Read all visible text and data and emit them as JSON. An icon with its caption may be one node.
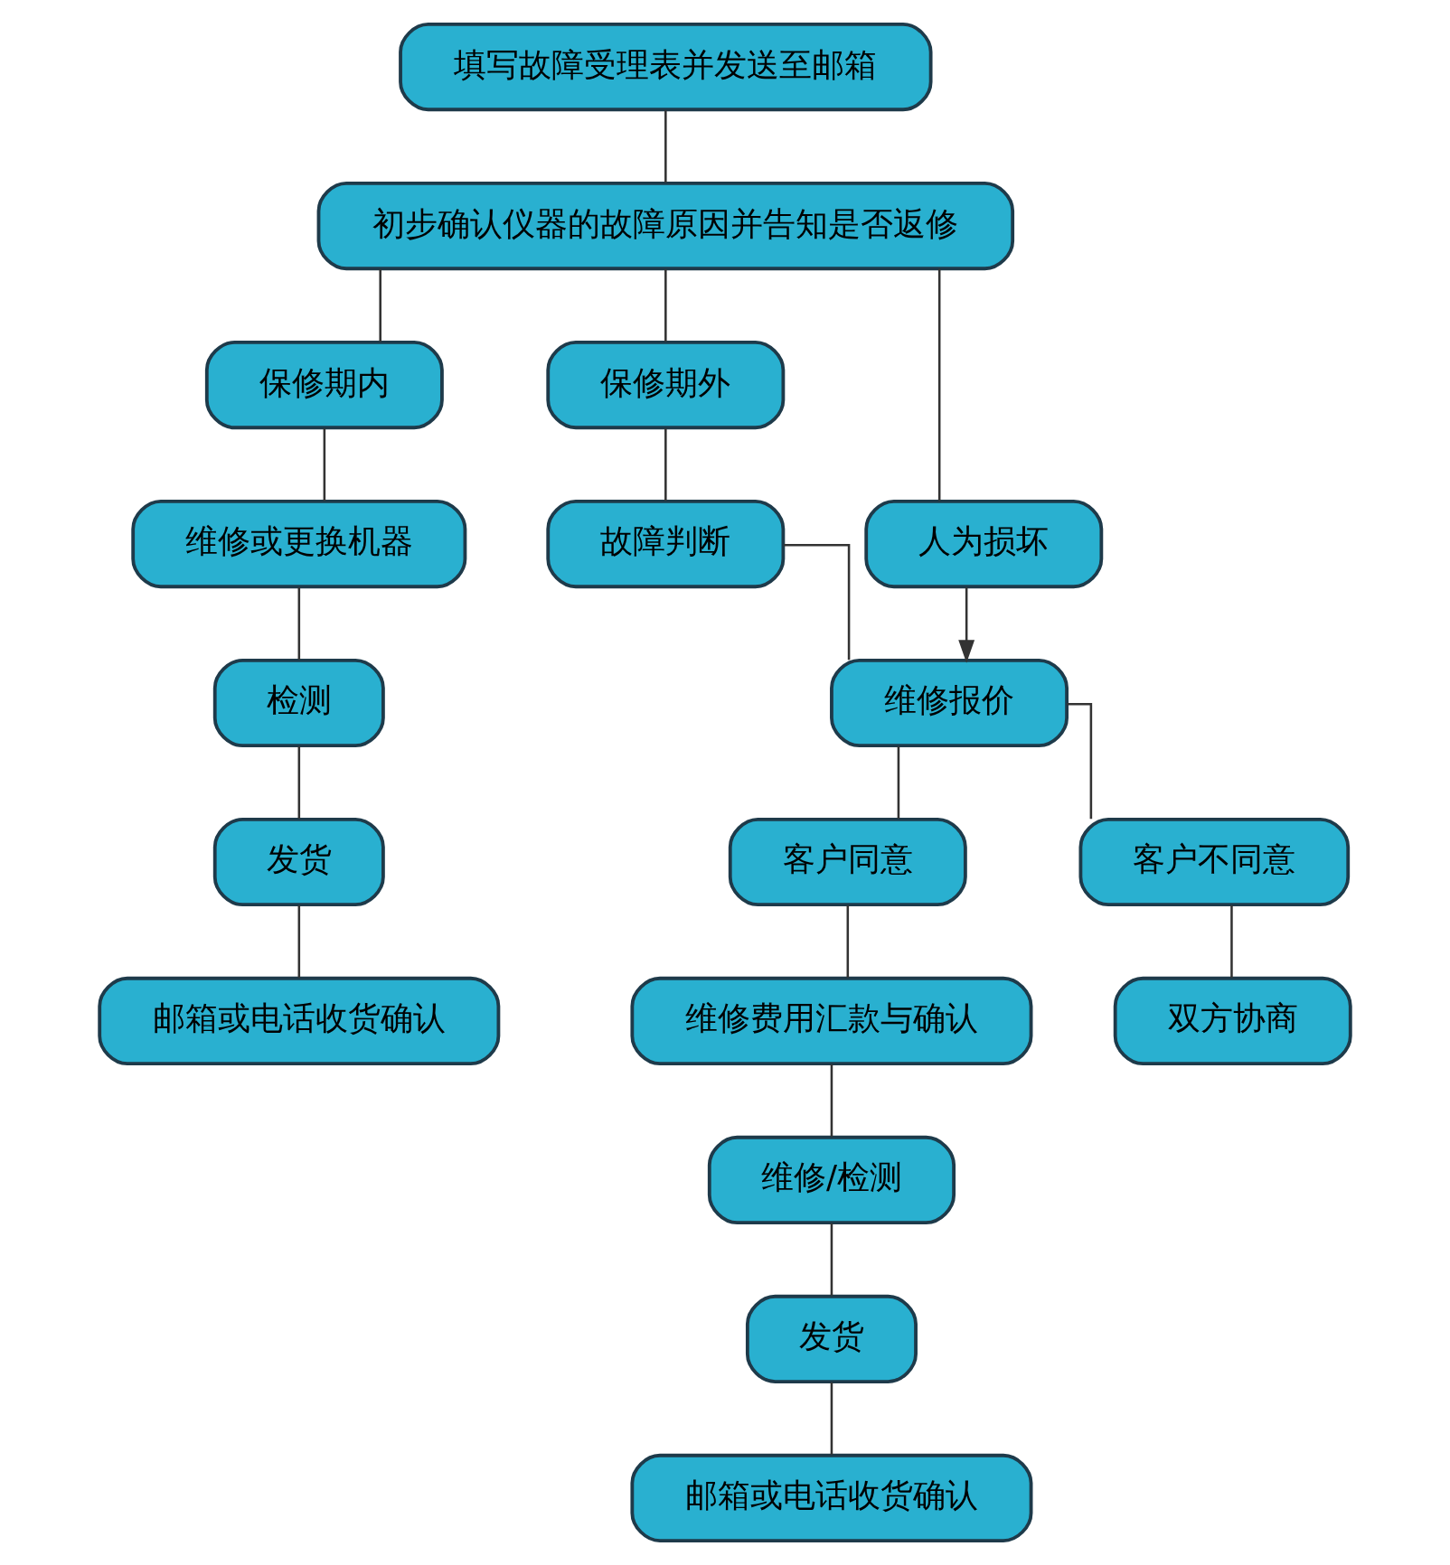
{
  "diagram": {
    "nodes": [
      {
        "text": [
          "填写故障受理表并发送至邮箱"
        ]
      },
      {
        "text": [
          "初步确认仪器的故障原因并告知是否返修"
        ]
      },
      {
        "text": [
          "保修期内"
        ]
      },
      {
        "text": [
          "保修期外"
        ]
      },
      {
        "text": [
          "人为损坏"
        ]
      },
      {
        "text": [
          "维修或更换机器"
        ]
      },
      {
        "text": [
          "检测"
        ]
      },
      {
        "text": [
          "发货"
        ]
      },
      {
        "text": [
          "邮箱或电话收货确认"
        ]
      },
      {
        "text": [
          "故障判断"
        ]
      },
      {
        "text": [
          "维修报价"
        ]
      },
      {
        "text": [
          "客户同意"
        ]
      },
      {
        "text": [
          "客户不同意"
        ]
      },
      {
        "text": [
          "维修费用汇款与确认"
        ]
      },
      {
        "text": [
          "双方协商"
        ]
      },
      {
        "text": [
          "维修/检测"
        ]
      },
      {
        "text": [
          "发货"
        ]
      },
      {
        "text": [
          "邮箱或电话收货确认"
        ]
      }
    ],
    "edges": [
      {
        "from": 0,
        "to": 1,
        "arrow": "none"
      },
      {
        "from": 1,
        "to": 2,
        "arrow": "none"
      },
      {
        "from": 1,
        "to": 3,
        "arrow": "none"
      },
      {
        "from": 1,
        "to": 4,
        "arrow": "none"
      },
      {
        "from": 2,
        "to": 5,
        "arrow": "none"
      },
      {
        "from": 5,
        "to": 6,
        "arrow": "none"
      },
      {
        "from": 6,
        "to": 7,
        "arrow": "none"
      },
      {
        "from": 7,
        "to": 8,
        "arrow": "none"
      },
      {
        "from": 3,
        "to": 9,
        "arrow": "none"
      },
      {
        "from": 9,
        "to": 10,
        "arrow": "none"
      },
      {
        "from": 4,
        "to": 10,
        "arrow": "to"
      },
      {
        "from": 10,
        "to": 11,
        "arrow": "none"
      },
      {
        "from": 10,
        "to": 12,
        "arrow": "none"
      },
      {
        "from": 11,
        "to": 13,
        "arrow": "none"
      },
      {
        "from": 12,
        "to": 14,
        "arrow": "none"
      },
      {
        "from": 13,
        "to": 15,
        "arrow": "none"
      },
      {
        "from": 15,
        "to": 16,
        "arrow": "none"
      },
      {
        "from": 16,
        "to": 17,
        "arrow": "none"
      }
    ]
  }
}
